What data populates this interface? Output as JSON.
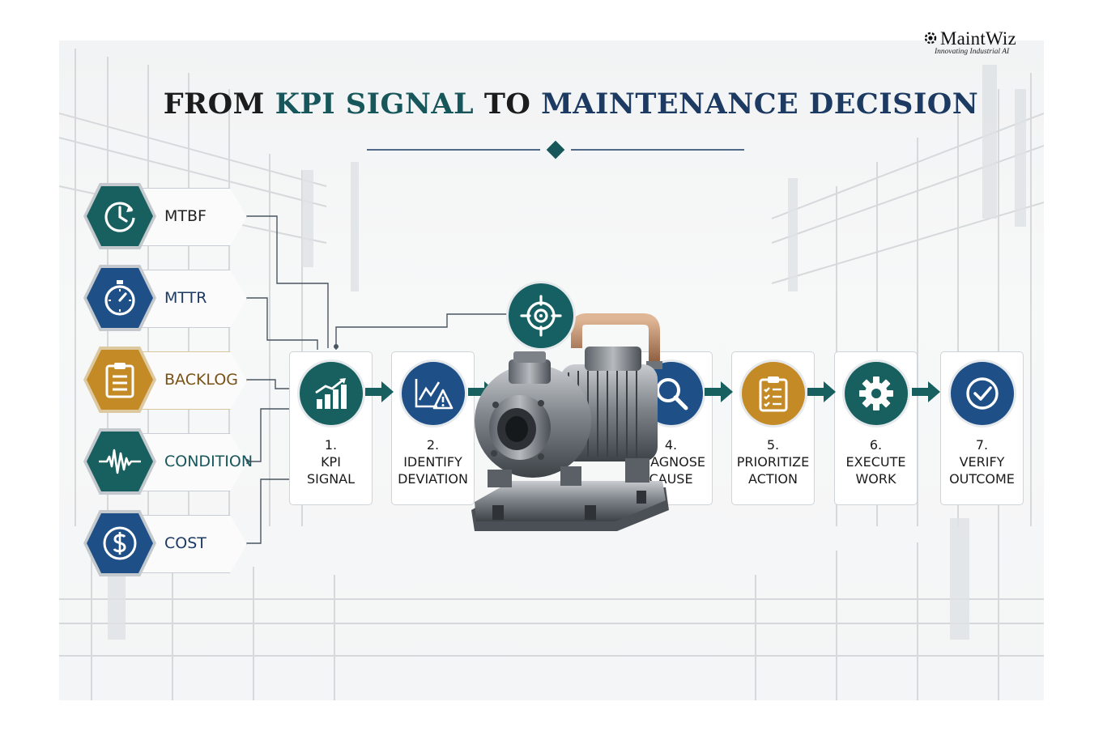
{
  "logo": {
    "name": "MaintWiz",
    "tagline": "Innovating Industrial AI"
  },
  "title": {
    "part1": "FROM ",
    "part2": "KPI SIGNAL",
    "part3": " TO ",
    "part4": "MAINTENANCE DECISION"
  },
  "kpis": [
    {
      "label": "MTBF",
      "icon": "clock-refresh-icon",
      "color": "#17605f"
    },
    {
      "label": "MTTR",
      "icon": "stopwatch-icon",
      "color": "#1e4f86"
    },
    {
      "label": "BACKLOG",
      "icon": "clipboard-icon",
      "color": "#c48a25"
    },
    {
      "label": "CONDITION",
      "icon": "waveform-icon",
      "color": "#17605f"
    },
    {
      "label": "COST",
      "icon": "dollar-icon",
      "color": "#1e4f86"
    }
  ],
  "steps": [
    {
      "num": "1.",
      "text": "KPI\nSIGNAL",
      "icon": "bar-chart-up-icon",
      "color": "#17605f"
    },
    {
      "num": "2.",
      "text": "IDENTIFY\nDEVIATION",
      "icon": "chart-warning-icon",
      "color": "#1e4f86"
    },
    {
      "num": "4.",
      "text": "DIAGNOSE\nCAUSE",
      "icon": "magnifier-icon",
      "color": "#1e4f86"
    },
    {
      "num": "5.",
      "text": "PRIORITIZE\nACTION",
      "icon": "checklist-icon",
      "color": "#c48a25"
    },
    {
      "num": "6.",
      "text": "EXECUTE\nWORK",
      "icon": "gear-icon",
      "color": "#17605f"
    },
    {
      "num": "7.",
      "text": "VERIFY\nOUTCOME",
      "icon": "check-circle-icon",
      "color": "#1e4f86"
    }
  ],
  "center": {
    "icon": "target-icon",
    "color": "#166063",
    "equipment": "industrial-pump-image"
  },
  "colors": {
    "teal": "#17605f",
    "navy": "#1e4f86",
    "gold": "#c48a25",
    "arrow": "#17605f"
  }
}
